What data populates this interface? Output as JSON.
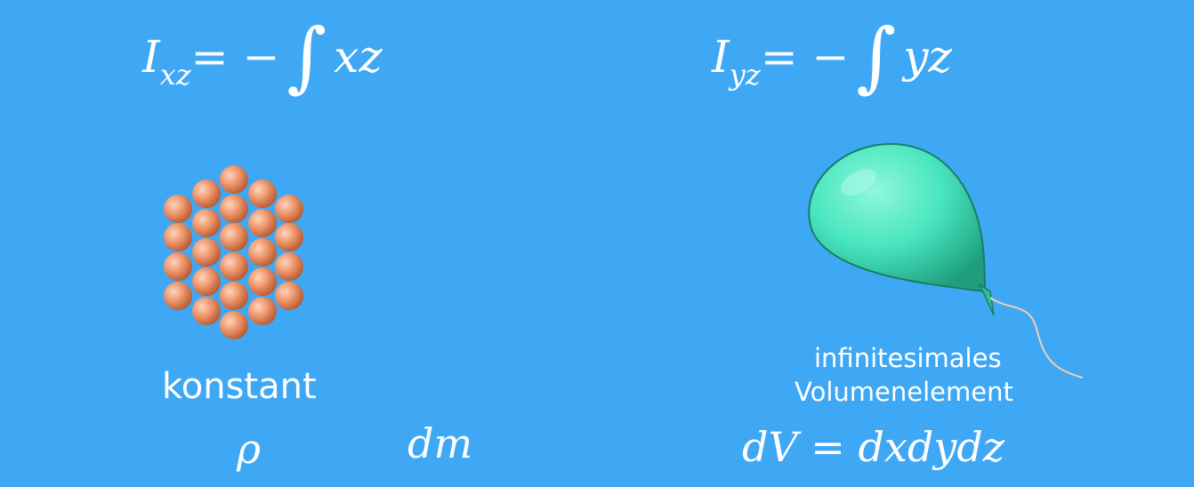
{
  "formulas": {
    "ixz": {
      "symbol": "I",
      "subscript": "xz",
      "rhs_prefix": "= −",
      "integral": "∫",
      "integrand": "xz"
    },
    "iyz": {
      "symbol": "I",
      "subscript": "yz",
      "rhs_prefix": "= −",
      "integral": "∫",
      "integrand": "yz"
    },
    "rho": "ρ",
    "dm": "dm",
    "dv": "dV = dxdydz"
  },
  "labels": {
    "konstant": "konstant",
    "volume_line1": "infinitesimales",
    "volume_line2": "Volumenelement"
  },
  "icons": {
    "molecules": "sphere-cluster-icon",
    "balloon": "balloon-icon"
  },
  "colors": {
    "background": "#3fa8f5",
    "text": "#ffffff",
    "sphere": "#e8926a",
    "balloon": "#48e6bf"
  }
}
